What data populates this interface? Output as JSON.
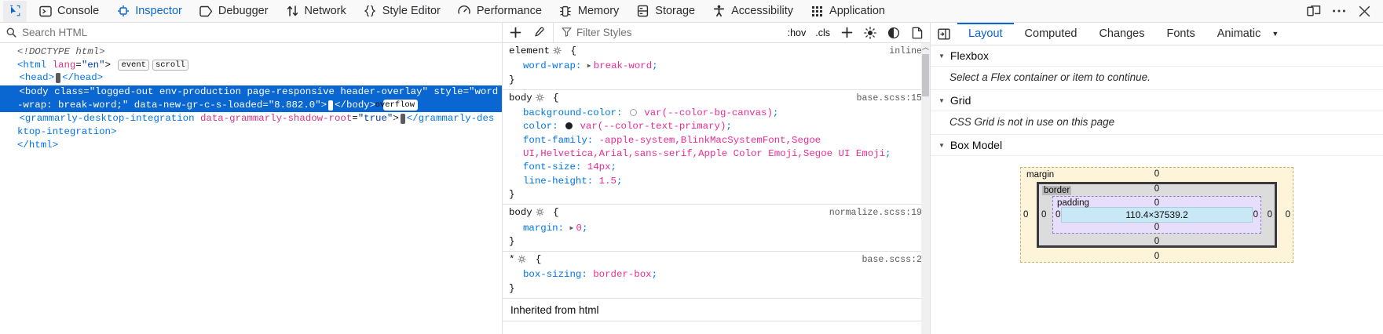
{
  "toolbar": {
    "picker_icon": "element-picker-icon",
    "tabs": [
      {
        "label": "Console",
        "icon": "console-icon",
        "active": false
      },
      {
        "label": "Inspector",
        "icon": "inspector-icon",
        "active": true
      },
      {
        "label": "Debugger",
        "icon": "debugger-icon",
        "active": false
      },
      {
        "label": "Network",
        "icon": "network-icon",
        "active": false
      },
      {
        "label": "Style Editor",
        "icon": "style-editor-icon",
        "active": false
      },
      {
        "label": "Performance",
        "icon": "performance-icon",
        "active": false
      },
      {
        "label": "Memory",
        "icon": "memory-icon",
        "active": false
      },
      {
        "label": "Storage",
        "icon": "storage-icon",
        "active": false
      },
      {
        "label": "Accessibility",
        "icon": "accessibility-icon",
        "active": false
      },
      {
        "label": "Application",
        "icon": "application-icon",
        "active": false
      }
    ],
    "right_icons": [
      "responsive-design-mode-icon",
      "meatball-menu-icon",
      "close-icon"
    ]
  },
  "markup": {
    "search_placeholder": "Search HTML",
    "search_value": "",
    "add_node_icon": "plus-icon",
    "eyedropper_icon": "eyedropper-icon",
    "doctype": "<!DOCTYPE html>",
    "html_open": "<html",
    "html_attr_name": "lang",
    "html_attr_value": "\"en\"",
    "html_close_bracket": ">",
    "html_badges": [
      "event",
      "scroll"
    ],
    "head_open": "<head>",
    "head_close": "</head>",
    "body_tag": "<body",
    "body_attrs": [
      {
        "name": "class",
        "value": "\"logged-out env-production page-responsive header-overlay\""
      },
      {
        "name": "style",
        "value": "\"word-wrap: break-word;\""
      },
      {
        "name": "data-new-gr-c-s-loaded",
        "value": "\"8.882.0\""
      }
    ],
    "body_close": "</body>",
    "body_badge": "overflow",
    "grammarly_tag": "<grammarly-desktop-integration",
    "grammarly_attr_name": "data-grammarly-shadow-root",
    "grammarly_attr_value": "\"true\"",
    "grammarly_close": "</grammarly-desktop-integration>",
    "html_end": "</html>"
  },
  "rules": {
    "filter_placeholder": "Filter Styles",
    "filter_value": "",
    "hov_label": ":hov",
    "cls_label": ".cls",
    "toolbar_icons": [
      "add-rule-icon",
      "light-scheme-icon",
      "dark-scheme-icon",
      "print-media-icon"
    ],
    "items": [
      {
        "selector": "element",
        "source": "inline",
        "declarations": [
          {
            "prop": "word-wrap",
            "value": "break-word",
            "expander": true,
            "swatch": null
          }
        ]
      },
      {
        "selector": "body",
        "source": "base.scss:15",
        "declarations": [
          {
            "prop": "background-color",
            "value": "var(--color-bg-canvas)",
            "expander": false,
            "swatch": "#ffffff"
          },
          {
            "prop": "color",
            "value": "var(--color-text-primary)",
            "expander": false,
            "swatch": "#1b1f23"
          },
          {
            "prop": "font-family",
            "value": "-apple-system,BlinkMacSystemFont,Segoe UI,Helvetica,Arial,sans-serif,Apple Color Emoji,Segoe UI Emoji",
            "expander": false,
            "swatch": null
          },
          {
            "prop": "font-size",
            "value": "14px",
            "expander": false,
            "swatch": null
          },
          {
            "prop": "line-height",
            "value": "1.5",
            "expander": false,
            "swatch": null
          }
        ]
      },
      {
        "selector": "body",
        "source": "normalize.scss:19",
        "declarations": [
          {
            "prop": "margin",
            "value": "0",
            "expander": true,
            "swatch": null
          }
        ]
      },
      {
        "selector": "*",
        "source": "base.scss:2",
        "declarations": [
          {
            "prop": "box-sizing",
            "value": "border-box",
            "expander": false,
            "swatch": null
          }
        ]
      }
    ],
    "inherited_label": "Inherited from html"
  },
  "layout": {
    "panel_toggle_icon": "toggle-sidebar-icon",
    "tabs": [
      {
        "label": "Layout",
        "active": true
      },
      {
        "label": "Computed",
        "active": false
      },
      {
        "label": "Changes",
        "active": false
      },
      {
        "label": "Fonts",
        "active": false
      },
      {
        "label": "Animatic",
        "active": false
      }
    ],
    "more_icon": "chevron-down-icon",
    "sections": [
      {
        "title": "Flexbox",
        "note": "Select a Flex container or item to continue."
      },
      {
        "title": "Grid",
        "note": "CSS Grid is not in use on this page"
      },
      {
        "title": "Box Model",
        "note": ""
      }
    ],
    "box_model": {
      "margin_label": "margin",
      "border_label": "border",
      "padding_label": "padding",
      "content_size": "110.4×37539.2",
      "margin_top": "0",
      "margin_right": "0",
      "margin_bottom": "0",
      "margin_left": "0",
      "border_top": "0",
      "border_right": "0",
      "border_bottom": "0",
      "border_left": "0",
      "padding_top": "0",
      "padding_right": "0",
      "padding_bottom": "0",
      "padding_left": "0"
    }
  },
  "colors": {
    "accent": "#0a66d0",
    "selection": "#0a66d0",
    "tag": "#0074e8",
    "attr": "#d33682",
    "value": "#ed2c92"
  }
}
